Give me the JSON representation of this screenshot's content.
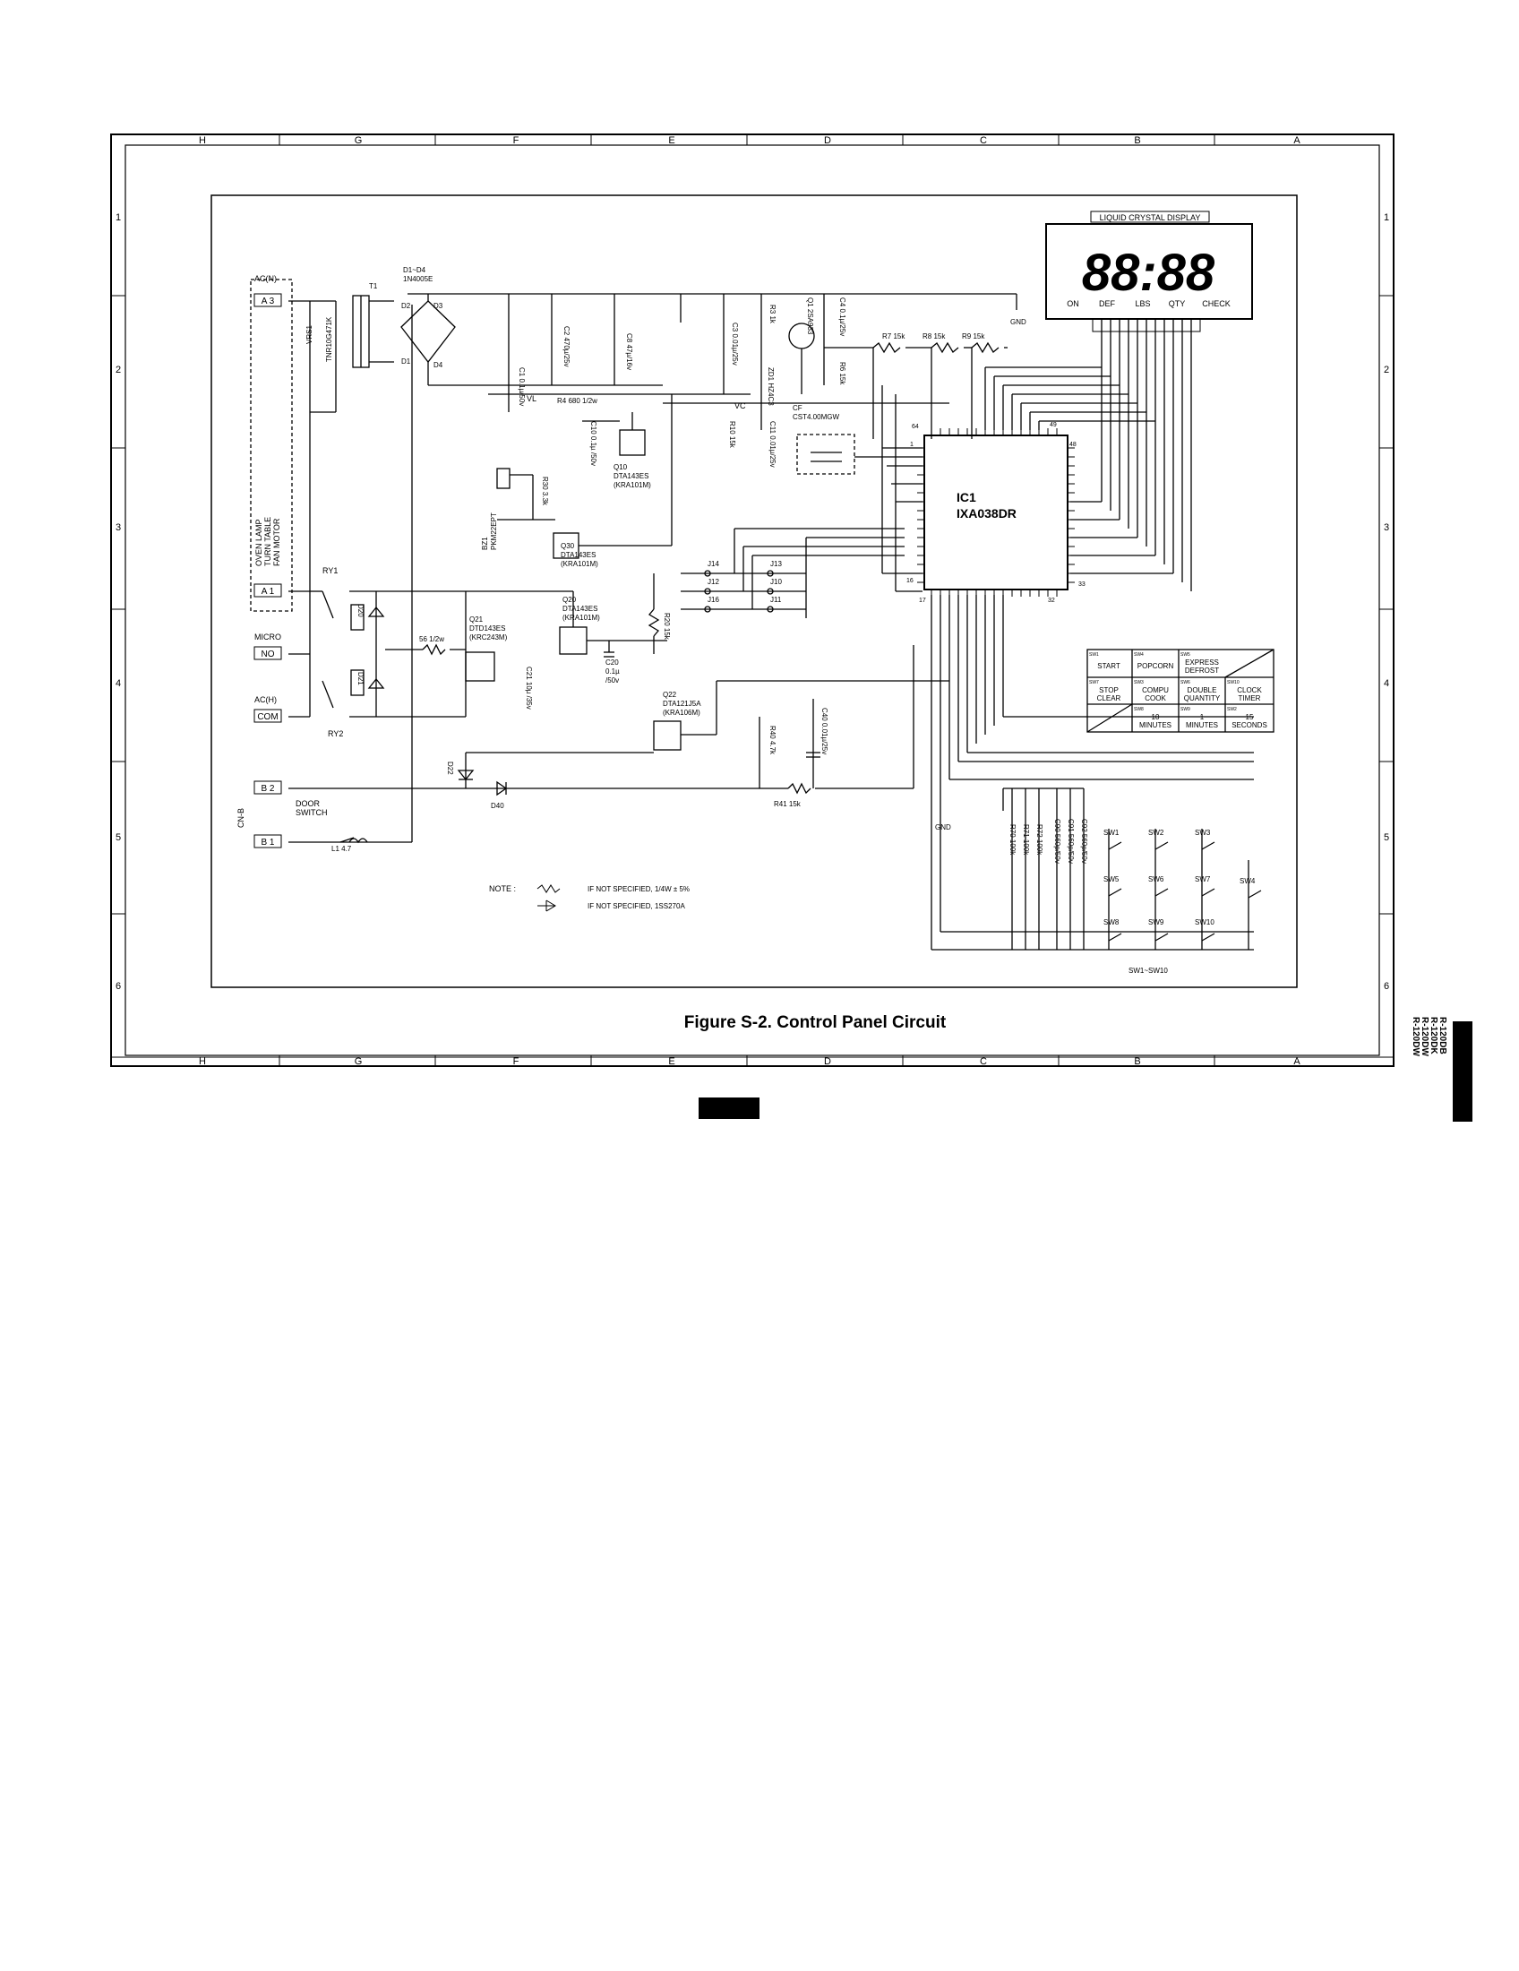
{
  "figure": {
    "caption": "Figure S-2. Control Panel Circuit"
  },
  "side_tab": {
    "models": [
      "R-120DB",
      "R-120DK",
      "R-120DW",
      "R-120DW"
    ]
  },
  "border": {
    "top_letters": [
      "H",
      "G",
      "F",
      "E",
      "D",
      "C",
      "B",
      "A"
    ],
    "bottom_letters": [
      "H",
      "G",
      "F",
      "E",
      "D",
      "C",
      "B",
      "A"
    ],
    "side_numbers": [
      "1",
      "2",
      "3",
      "4",
      "5",
      "6"
    ]
  },
  "display": {
    "title": "LIQUID CRYSTAL DISPLAY",
    "digits": "88:88",
    "indicators": [
      "ON",
      "DEF",
      "LBS",
      "QTY",
      "CHECK"
    ]
  },
  "ic1": {
    "ref": "IC1",
    "part": "IXA038DR",
    "pins": [
      "64",
      "49",
      "48",
      "1",
      "16",
      "17",
      "32",
      "33"
    ]
  },
  "connectors": {
    "a3": "A 3",
    "a1": "A 1",
    "no": "NO",
    "com": "COM",
    "b2": "B 2",
    "b1": "B 1",
    "ac_n": "AC(N)",
    "ac_h": "AC(H)",
    "micro": "MICRO",
    "cn_b": "CN-B",
    "door_switch": [
      "DOOR",
      "SWITCH"
    ],
    "load_labels": [
      "OVEN LAMP",
      "TURN TABLE",
      "FAN MOTOR"
    ]
  },
  "components": {
    "t1": "T1",
    "d1_d4": "D1~D4",
    "d1_d4_part": "1N4005E",
    "d1": "D1",
    "d2": "D2",
    "d3": "D3",
    "d4": "D4",
    "vrs1": "VRS1",
    "tnr": "TNR10G471K",
    "c1": "C1 0.1µ/50v",
    "c2": "C2 470µ/25v",
    "c8": "C8 47µ/16v",
    "c3": "C3 0.01µ/25v",
    "r3": "R3 1k",
    "q1": "Q1 2SA933",
    "c4": "C4 0.1µ/25v",
    "zd1": "ZD1 HZ4C3",
    "r6": "R6 15k",
    "r7": "R7 15k",
    "r8": "R8 15k",
    "r9": "R9 15k",
    "gnd": "GND",
    "vl": "VL",
    "vc": "VC",
    "r4": "R4 680 1/2w",
    "c10": "C10 0.1µ /50v",
    "q10": [
      "Q10",
      "DTA143ES",
      "(KRA101M)"
    ],
    "cf": "CF",
    "cst": "CST4.00MGW",
    "r10": "R10 15k",
    "c11": "C11 0.01µ/25v",
    "bz": "BZ1",
    "bz_part": "PKM22EPT",
    "r30": "R30 3.3k",
    "q30": [
      "Q30",
      "DTA143ES",
      "(KRA101M)"
    ],
    "ry1": "RY1",
    "ry2": "RY2",
    "d20": "D20",
    "d21": "D21",
    "r56": "56 1/2w",
    "q21": [
      "Q21",
      "DTD143ES",
      "(KRC243M)"
    ],
    "c21": "C21 10µ /35v",
    "q20": [
      "Q20",
      "DTA143ES",
      "(KRA101M)"
    ],
    "r20": "R20 15k",
    "c20": [
      "C20",
      "0.1µ",
      "/50v"
    ],
    "q22": [
      "Q22",
      "DTA121J5A",
      "(KRA106M)"
    ],
    "r40": "R40 4.7k",
    "c40": "C40 0.01µ/25v",
    "d22": "D22",
    "d40": "D40",
    "r41": "R41 15k",
    "l1": "L1 4.7",
    "j14": "J14",
    "j12": "J12",
    "j16": "J16",
    "j13": "J13",
    "j10": "J10",
    "j11": "J11",
    "r70": "R70 100k",
    "r71": "R71 100k",
    "r72": "R72 100k",
    "c90": "C90 560p/50v",
    "c91": "C91 560p/50v",
    "c92": "C92 560p/50v"
  },
  "switches": [
    "SW1",
    "SW2",
    "SW3",
    "SW4",
    "SW5",
    "SW6",
    "SW7",
    "SW8",
    "SW9",
    "SW10"
  ],
  "switch_group": "SW1~SW10",
  "keypad": {
    "cells": [
      {
        "sw": "SW1",
        "label": [
          "START"
        ]
      },
      {
        "sw": "SW4",
        "label": [
          "POPCORN"
        ]
      },
      {
        "sw": "SW5",
        "label": [
          "EXPRESS",
          "DEFROST"
        ]
      },
      {
        "sw": "SW7",
        "label": [
          "STOP",
          "CLEAR"
        ]
      },
      {
        "sw": "SW3",
        "label": [
          "COMPU",
          "COOK"
        ]
      },
      {
        "sw": "SW6",
        "label": [
          "DOUBLE",
          "QUANTITY"
        ]
      },
      {
        "sw": "SW10",
        "label": [
          "CLOCK",
          "TIMER"
        ]
      },
      {
        "sw": "SW8",
        "label": [
          "10",
          "MINUTES"
        ]
      },
      {
        "sw": "SW9",
        "label": [
          "1",
          "MINUTES"
        ]
      },
      {
        "sw": "SW2",
        "label": [
          "15",
          "SECONDS"
        ]
      }
    ]
  },
  "note": {
    "title": "NOTE :",
    "lines": [
      "IF NOT SPECIFIED, 1/4W ± 5%",
      "IF NOT SPECIFIED, 1SS270A"
    ]
  }
}
